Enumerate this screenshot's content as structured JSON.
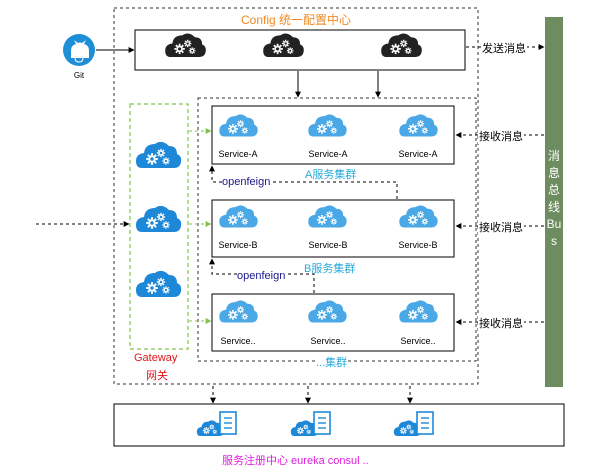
{
  "config_center": {
    "title": "Config 统一配置中心"
  },
  "git": {
    "label": "Git"
  },
  "messages": {
    "send": "发送消息",
    "receive_a": "接收消息",
    "receive_b": "接收消息",
    "receive_c": "接收消息"
  },
  "bus": {
    "label": "消息总线Bus"
  },
  "gateway": {
    "title": "Gateway",
    "subtitle": "网关"
  },
  "cluster_a": {
    "title": "A服务集群",
    "services": [
      "Service-A",
      "Service-A",
      "Service-A"
    ]
  },
  "cluster_b": {
    "title": "B服务集群",
    "services": [
      "Service-B",
      "Service-B",
      "Service-B"
    ]
  },
  "cluster_c": {
    "title": "...集群",
    "services": [
      "Service..",
      "Service..",
      "Service.."
    ]
  },
  "links": {
    "openfeign_1": "openfeign",
    "openfeign_2": "openfeign"
  },
  "registry": {
    "title": "服务注册中心 eureka consul .."
  },
  "colors": {
    "orange": "#f08a24",
    "cloud_dark": "#222222",
    "cloud_blue": "#1e88d8",
    "cloud_light": "#4aa8e6",
    "gateway_green": "#82c34a",
    "gateway_red": "#e0161b",
    "bus_green": "#6d8c5f",
    "magenta": "#e020e0",
    "navy": "#1a1a8c",
    "cyan": "#2aaad8",
    "git_blue": "#1e8fd6"
  }
}
